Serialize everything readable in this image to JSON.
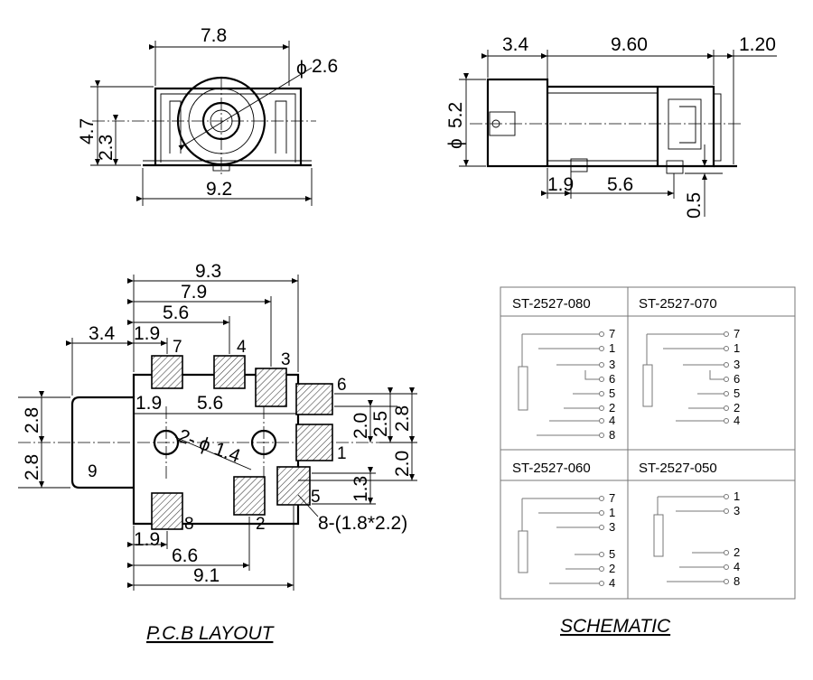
{
  "front_view": {
    "width_top": "7.8",
    "diameter": "2.6",
    "height": "4.7",
    "center_height": "2.3",
    "width_bottom": "9.2",
    "phi": "ϕ"
  },
  "side_view": {
    "dim_a": "3.4",
    "dim_b": "9.60",
    "dim_c": "1.20",
    "diameter": "5.2",
    "dim_d": "1.9",
    "dim_e": "5.6",
    "dim_f": "0.5",
    "phi": "ϕ"
  },
  "pcb_layout": {
    "caption": "P.C.B LAYOUT",
    "dims": {
      "top_93": "9.3",
      "top_79": "7.9",
      "top_56": "5.6",
      "left_34": "3.4",
      "left_19": "1.9",
      "mid_19": "1.9",
      "mid_56": "5.6",
      "left_28a": "2.8",
      "left_28b": "2.8",
      "right_20a": "2.0",
      "right_25": "2.5",
      "right_28": "2.8",
      "right_20b": "2.0",
      "right_13": "1.3",
      "bot_19": "1.9",
      "bot_66": "6.6",
      "bot_91": "9.1"
    },
    "holes_label": "2- ϕ 1.4",
    "pad_note": "8-(1.8*2.2)",
    "pins": [
      "7",
      "4",
      "3",
      "6",
      "1",
      "5",
      "2",
      "8",
      "9"
    ]
  },
  "schematic": {
    "caption": "SCHEMATIC",
    "models": [
      {
        "name": "ST-2527-080",
        "pins": [
          "7",
          "1",
          "3",
          "6",
          "5",
          "2",
          "4",
          "8"
        ]
      },
      {
        "name": "ST-2527-070",
        "pins": [
          "7",
          "1",
          "3",
          "6",
          "5",
          "2",
          "4"
        ]
      },
      {
        "name": "ST-2527-060",
        "pins": [
          "7",
          "1",
          "3",
          "5",
          "2",
          "4"
        ]
      },
      {
        "name": "ST-2527-050",
        "pins": [
          "1",
          "3",
          "2",
          "4",
          "8"
        ]
      }
    ]
  }
}
